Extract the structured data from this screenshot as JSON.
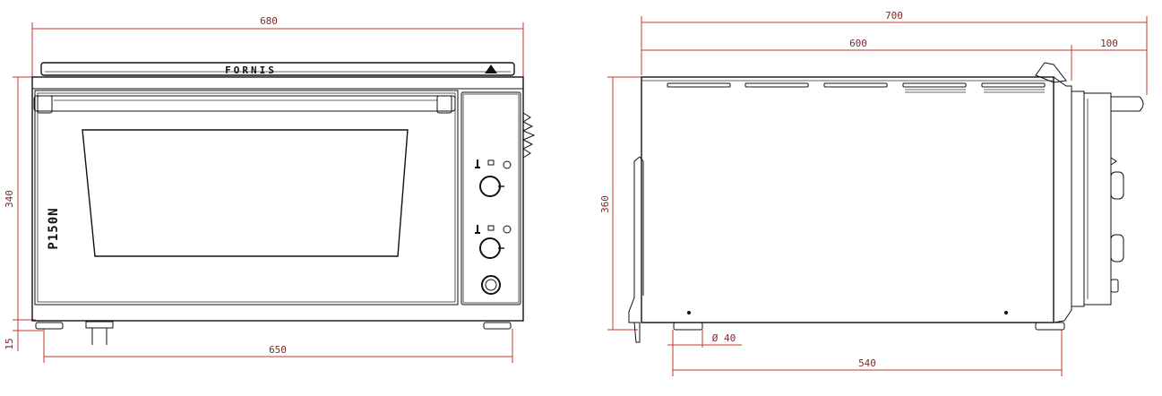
{
  "front_view": {
    "brand_logo": "FORNIS",
    "model_label": "P150N",
    "dims": {
      "width_top": "680",
      "height_left": "340",
      "feet_height": "15",
      "width_bottom": "650"
    }
  },
  "side_view": {
    "dims": {
      "depth_total": "700",
      "depth_body": "600",
      "handle_depth": "100",
      "height": "360",
      "foot_diameter": "Ø 40",
      "feet_spacing": "540"
    }
  }
}
